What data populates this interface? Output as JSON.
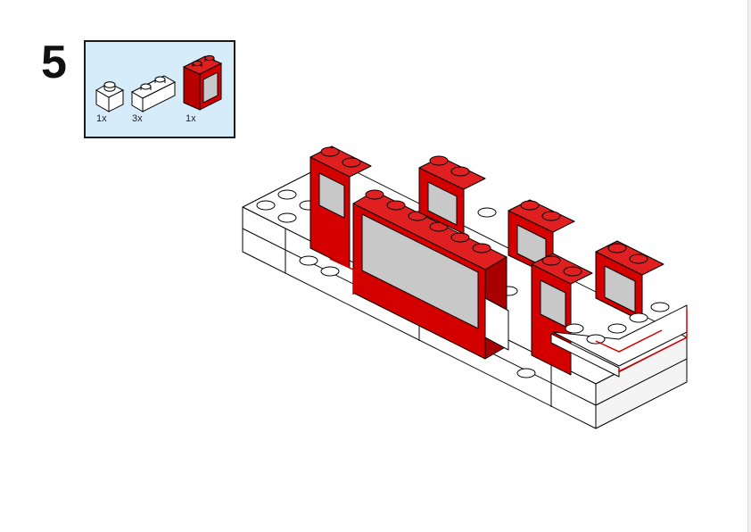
{
  "step": {
    "number": "5"
  },
  "parts_list": {
    "items": [
      {
        "quantity": "1x",
        "part": "white-1x1-brick-icon",
        "color": "#ffffff"
      },
      {
        "quantity": "3x",
        "part": "white-1x2-brick-icon",
        "color": "#ffffff"
      },
      {
        "quantity": "1x",
        "part": "red-window-frame-icon",
        "color": "#d40000"
      }
    ],
    "background": "#d6ecfa"
  },
  "colors": {
    "brick_red": "#d40000",
    "brick_white": "#ffffff",
    "glass": "#c8c8c8",
    "outline": "#000000"
  }
}
